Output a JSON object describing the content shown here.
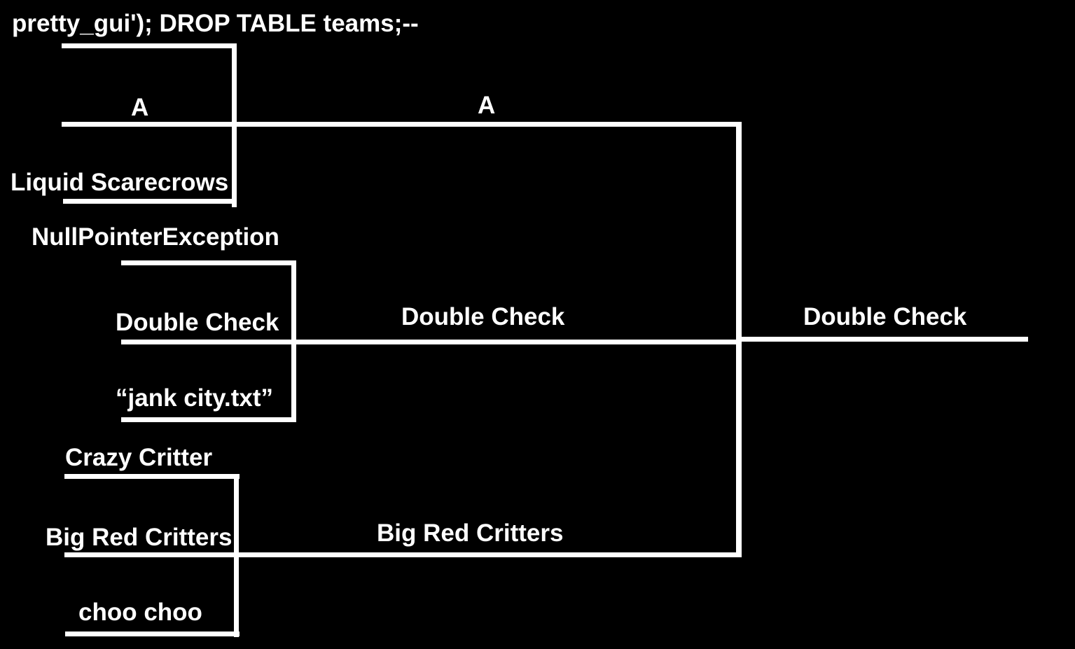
{
  "colors": {
    "background": "#000000",
    "line": "#ffffff",
    "text": "#ffffff"
  },
  "bracket": {
    "groups": [
      {
        "teams": [
          "pretty_gui'); DROP TABLE teams;--",
          "A",
          "Liquid Scarecrows"
        ],
        "winner": "A"
      },
      {
        "teams": [
          "NullPointerException",
          "Double Check",
          "“jank city.txt”"
        ],
        "winner": "Double Check"
      },
      {
        "teams": [
          "Crazy Critter",
          "Big Red Critters",
          "choo choo"
        ],
        "winner": "Big Red Critters"
      }
    ],
    "final": {
      "participants": [
        "A",
        "Double Check",
        "Big Red Critters"
      ],
      "champion": "Double Check"
    }
  }
}
